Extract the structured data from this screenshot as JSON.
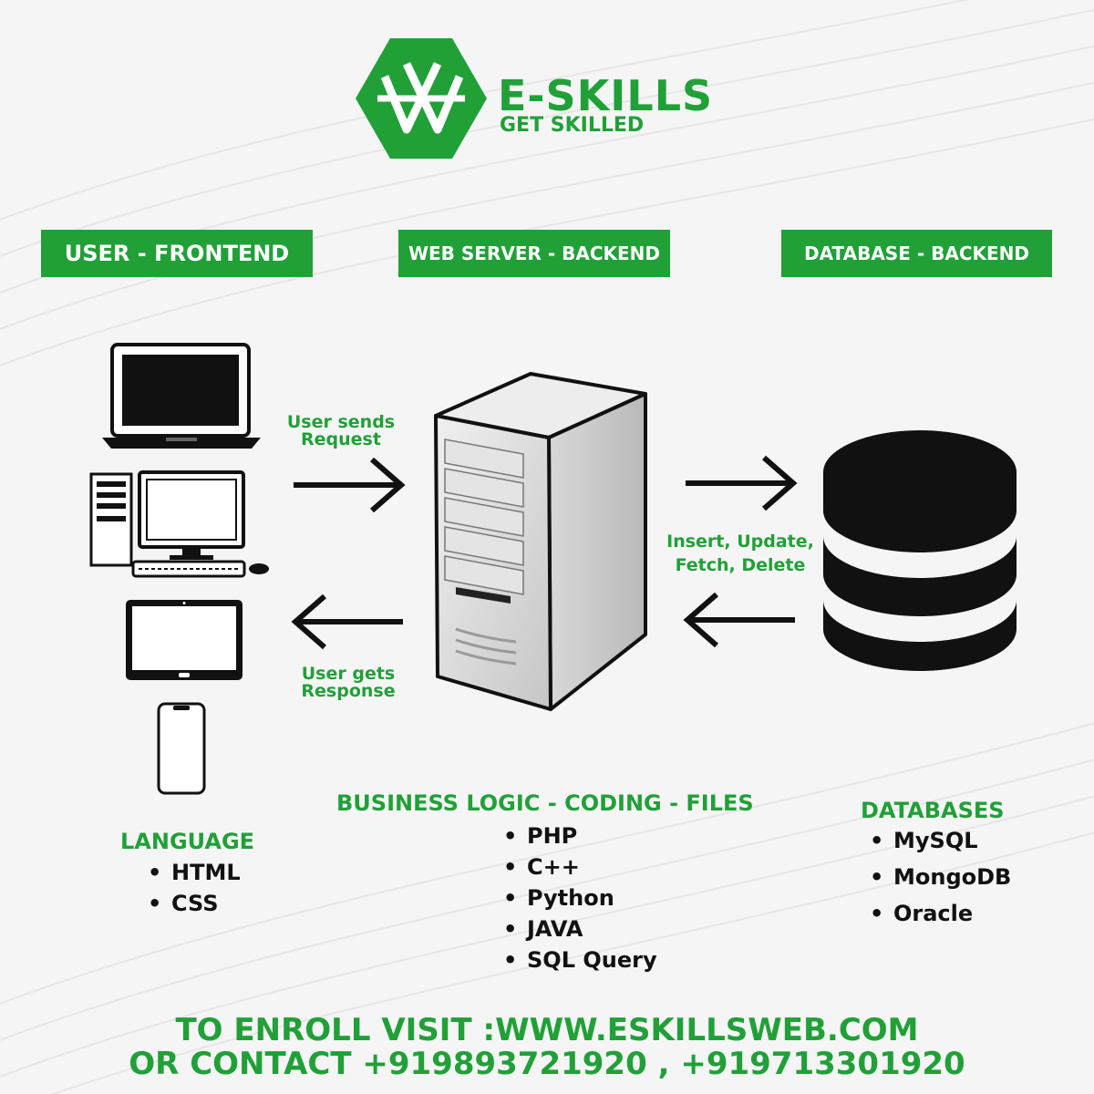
{
  "logo": {
    "brand": "E-SKILLS",
    "tagline": "GET SKILLED",
    "icon": "hexagon-knot-logo"
  },
  "headers": {
    "frontend": "USER - FRONTEND",
    "webserver": "WEB SERVER - BACKEND",
    "database": "DATABASE - BACKEND"
  },
  "flow": {
    "request": [
      "User sends",
      "Request"
    ],
    "response": [
      "User gets",
      "Response"
    ],
    "db_ops": [
      "Insert, Update,",
      "Fetch, Delete"
    ]
  },
  "language": {
    "title": "LANGUAGE",
    "items": [
      "HTML",
      "CSS"
    ]
  },
  "business": {
    "title": "BUSINESS LOGIC - CODING - FILES",
    "items": [
      "PHP",
      "C++",
      "Python",
      "JAVA",
      "SQL Query"
    ]
  },
  "databases": {
    "title": "DATABASES",
    "items": [
      "MySQL",
      "MongoDB",
      "Oracle"
    ]
  },
  "footer": {
    "line1": "TO ENROLL VISIT :WWW.ESKILLSWEB.COM",
    "line2": "OR CONTACT +919893721920 , +919713301920"
  },
  "colors": {
    "accent": "#21a038",
    "text": "#111111",
    "background": "#f5f5f5"
  }
}
